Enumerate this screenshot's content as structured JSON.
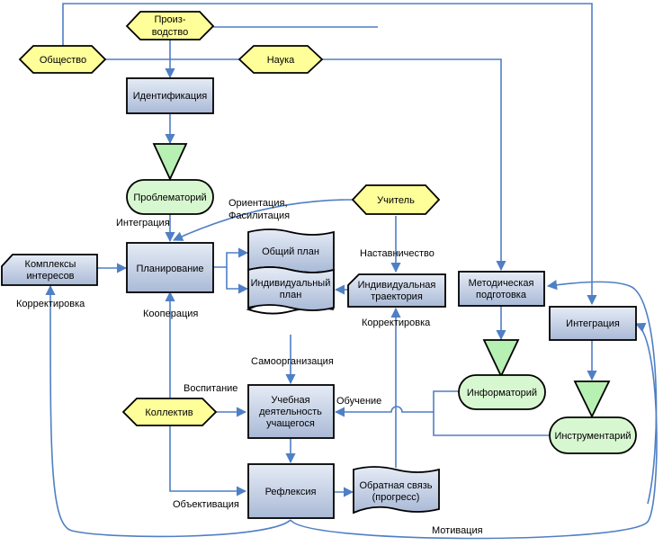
{
  "nodes": {
    "obshchestvo": "Общество",
    "proizvodstvo_1": "Произ-",
    "proizvodstvo_2": "водство",
    "nauka": "Наука",
    "identifikaciya": "Идентификация",
    "problematoriy": "Проблематорий",
    "uchitel": "Учитель",
    "kompleksy_1": "Комплексы",
    "kompleksy_2": "интересов",
    "planirovanie": "Планирование",
    "obshchiy_plan": "Общий план",
    "individ_plan_1": "Индивидуальный",
    "individ_plan_2": "план",
    "individ_traekt_1": "Индивидуальная",
    "individ_traekt_2": "траектория",
    "metod_podgotovka_1": "Методическая",
    "metod_podgotovka_2": "подготовка",
    "integraciya_box": "Интеграция",
    "informatoriy": "Информаторий",
    "instrumentariy": "Инструментарий",
    "kollektiv": "Коллектив",
    "uchebnaya_1": "Учебная",
    "uchebnaya_2": "деятельность",
    "uchebnaya_3": "учащегося",
    "refleksiya": "Рефлексия",
    "obratnaya_1": "Обратная связь",
    "obratnaya_2": "(прогресс)"
  },
  "edge_labels": {
    "integraciya": "Интеграция",
    "orientaciya_1": "Ориентация,",
    "orientaciya_2": "Фасилитация",
    "nastavnichestvo": "Наставничество",
    "korrektirovka_left": "Корректировка",
    "kooperaciya": "Кооперация",
    "korrektirovka_right": "Корректировка",
    "samoorganizaciya": "Самоорганизация",
    "vospitanie": "Воспитание",
    "obuchenie": "Обучение",
    "obektivaciya": "Объективация",
    "motivaciya": "Мотивация"
  }
}
